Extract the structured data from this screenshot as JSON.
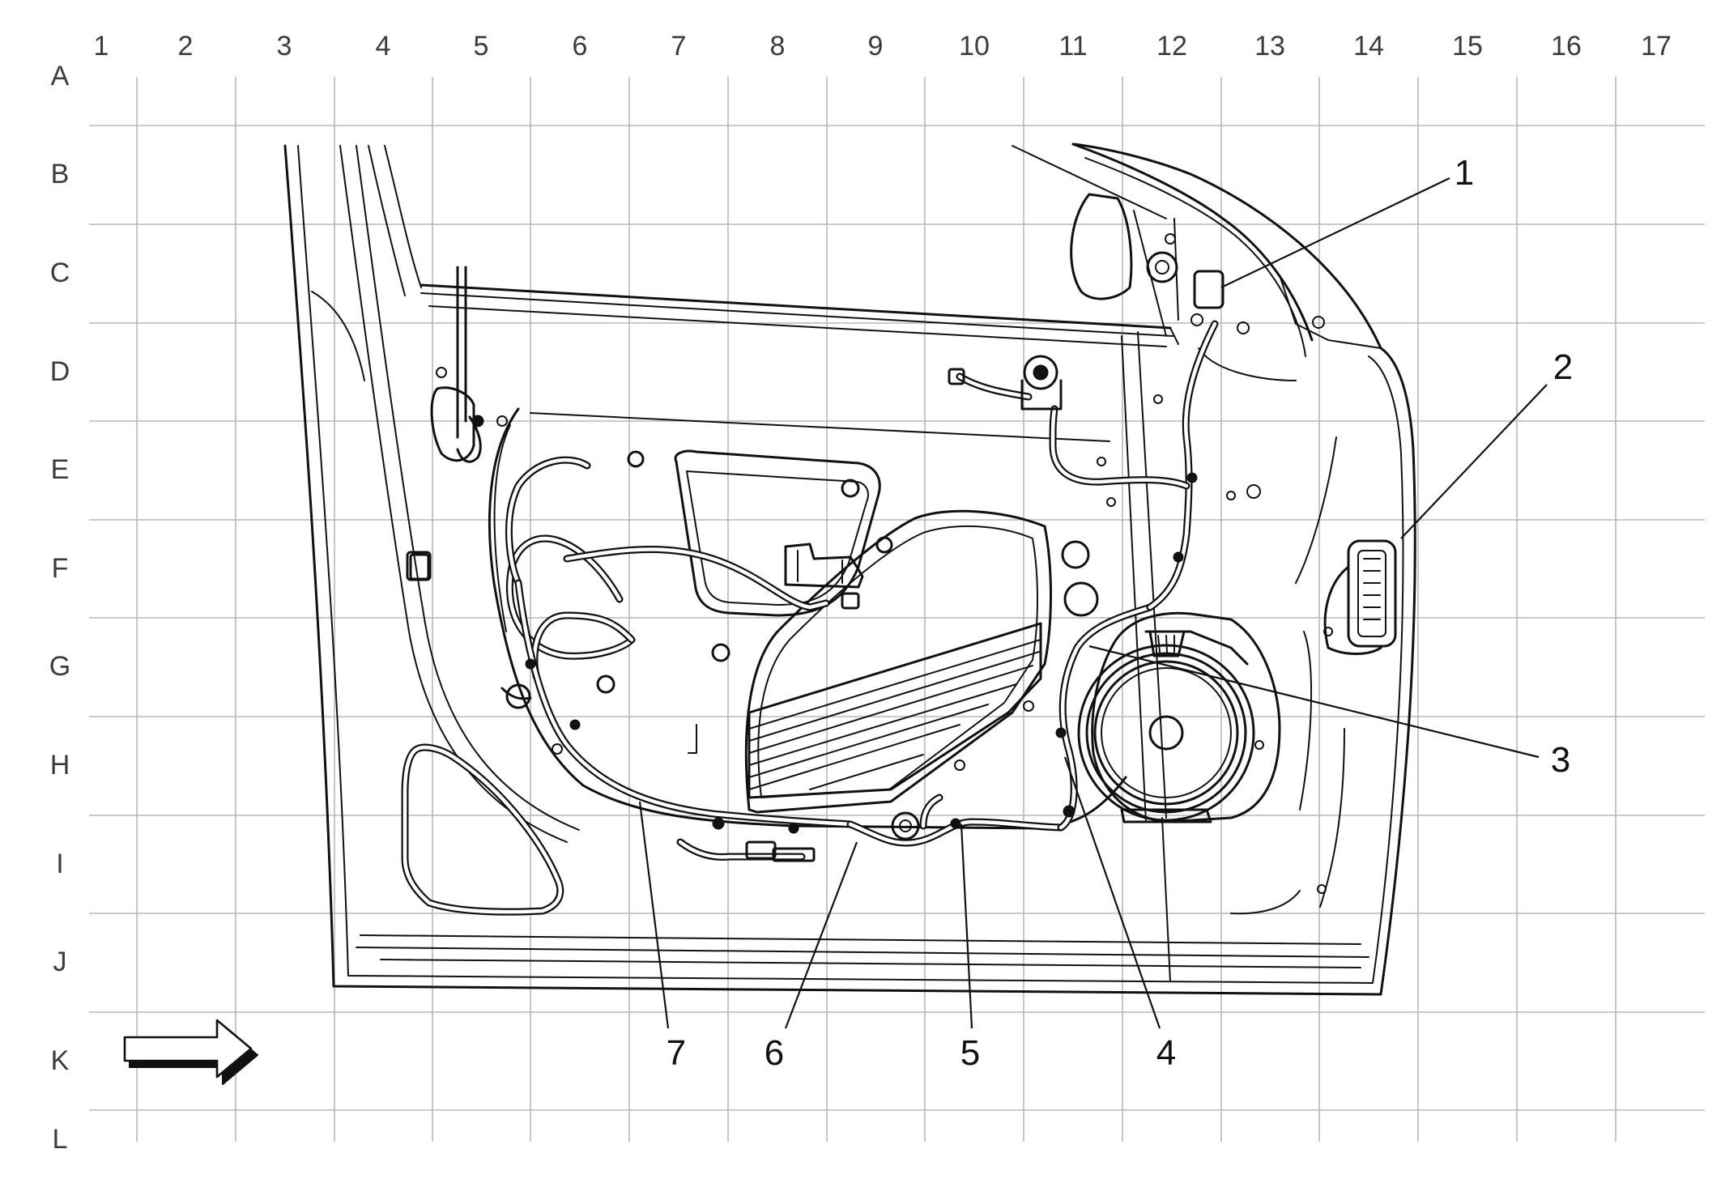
{
  "grid": {
    "columns": [
      "1",
      "2",
      "3",
      "4",
      "5",
      "6",
      "7",
      "8",
      "9",
      "10",
      "11",
      "12",
      "13",
      "14",
      "15",
      "16",
      "17"
    ],
    "rows": [
      "A",
      "B",
      "C",
      "D",
      "E",
      "F",
      "G",
      "H",
      "I",
      "J",
      "K",
      "L"
    ]
  },
  "callouts": [
    {
      "id": "1",
      "label": "1"
    },
    {
      "id": "2",
      "label": "2"
    },
    {
      "id": "3",
      "label": "3"
    },
    {
      "id": "4",
      "label": "4"
    },
    {
      "id": "5",
      "label": "5"
    },
    {
      "id": "6",
      "label": "6"
    },
    {
      "id": "7",
      "label": "7"
    }
  ],
  "icons": {
    "direction_arrow": "right-arrow-icon"
  }
}
